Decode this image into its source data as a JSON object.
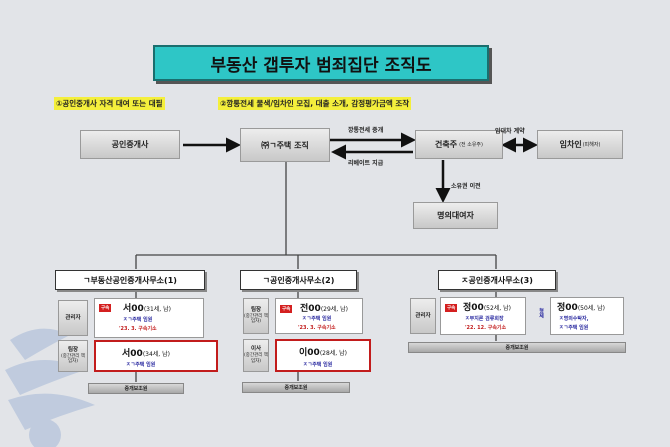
{
  "title": "부동산 갭투자 범죄집단 조직도",
  "notes": {
    "n1": "①공인중개사 자격 대여 또는 대필",
    "n2": "②깡통전세 물색/임차인 모집, 대출 소개, 감정평가금액 조작"
  },
  "top": {
    "broker": "공인중개사",
    "org": "㈜ㄱ주택 조직",
    "owner_name": "건축주",
    "owner_sub": "(전 소유주)",
    "tenant_name": "임차인",
    "tenant_sub": "(피해자)",
    "nominee": "명의대여자",
    "edge_jeonse": "깡통전세 중개",
    "edge_rebate": "리베이트 지급",
    "edge_contract": "임대차 계약",
    "edge_transfer": "소유권 이전"
  },
  "offices": [
    {
      "header": "ㄱ부동산공인중개사무소(1)",
      "role1": "관리자",
      "role2": "팀장",
      "role2_sub": "(중간관리 책임자)",
      "p1": {
        "tag": "구속",
        "name": "서00",
        "age": "(31세, 남)",
        "l1": "ㅈㄱ주택 임원",
        "l2": "'23. 3. 구속기소"
      },
      "p2": {
        "name": "서00",
        "age": "(34세, 남)",
        "l1": "ㅈㄱ주택 임원"
      },
      "footer": "중개보조원"
    },
    {
      "header": "ㄱ공인중개사무소(2)",
      "role1": "팀장",
      "role1_sub": "(중간관리 책임자)",
      "role2": "이사",
      "role2_sub": "(중간관리 책임자)",
      "p1": {
        "tag": "구속",
        "name": "전00",
        "age": "(29세, 남)",
        "l1": "ㅈㄱ주택 임원",
        "l2": "'23. 3. 구속기소"
      },
      "p2": {
        "name": "이00",
        "age": "(28세, 남)",
        "l1": "ㅈㄱ주택 임원"
      },
      "footer": "중개보조원"
    },
    {
      "header": "ㅈ공인중개사무소(3)",
      "role1": "관리자",
      "p1": {
        "tag": "구속",
        "name": "정00",
        "age": "(52세, 남)",
        "l1": "ㅈ부지론 검류회장",
        "l2": "'22. 12. 구속기소"
      },
      "p2": {
        "name": "정00",
        "age": "(50세, 남)",
        "l1": "ㅈ명의수탁자,",
        "l2": "ㅈㄱ주택 임원"
      },
      "vertical": "형제",
      "footer": "중개보조원"
    }
  ],
  "colors": {
    "title_bg": "#2ec6c6",
    "note_bg": "#f4ef3c",
    "tag_red": "#d42020",
    "detail_blue": "#2a2aa0"
  }
}
